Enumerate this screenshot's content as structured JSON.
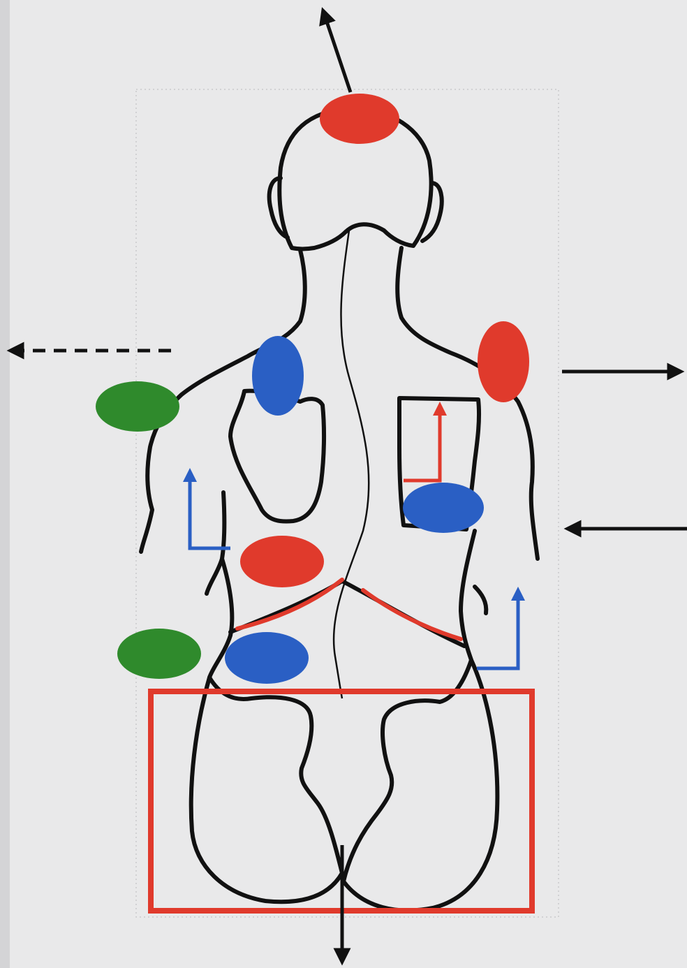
{
  "colors": {
    "paper": "#e9e9ea",
    "paper_shadow": "#d4d4d6",
    "outline": "#111111",
    "red": "#e03a2c",
    "blue": "#2a5fc4",
    "green": "#2f8a2c"
  },
  "markers": [
    {
      "id": "head-crown",
      "color": "red"
    },
    {
      "id": "left-upper-trapezius",
      "color": "blue"
    },
    {
      "id": "left-shoulder",
      "color": "green"
    },
    {
      "id": "right-shoulder",
      "color": "red"
    },
    {
      "id": "right-scapula-lower",
      "color": "blue"
    },
    {
      "id": "left-mid-back",
      "color": "red"
    },
    {
      "id": "left-waist",
      "color": "green"
    },
    {
      "id": "left-lower-back",
      "color": "blue"
    }
  ],
  "arrows": [
    {
      "id": "up-from-head",
      "color": "outline",
      "style": "solid"
    },
    {
      "id": "left-from-shoulder",
      "color": "outline",
      "style": "dashed"
    },
    {
      "id": "right-from-shoulder",
      "color": "outline",
      "style": "solid"
    },
    {
      "id": "left-toward-ribs",
      "color": "outline",
      "style": "solid"
    },
    {
      "id": "down-from-pelvis",
      "color": "outline",
      "style": "solid"
    },
    {
      "id": "red-scapula-lift",
      "color": "red",
      "style": "solid"
    },
    {
      "id": "blue-left-lift",
      "color": "blue",
      "style": "solid"
    },
    {
      "id": "blue-right-lift",
      "color": "blue",
      "style": "solid"
    }
  ]
}
